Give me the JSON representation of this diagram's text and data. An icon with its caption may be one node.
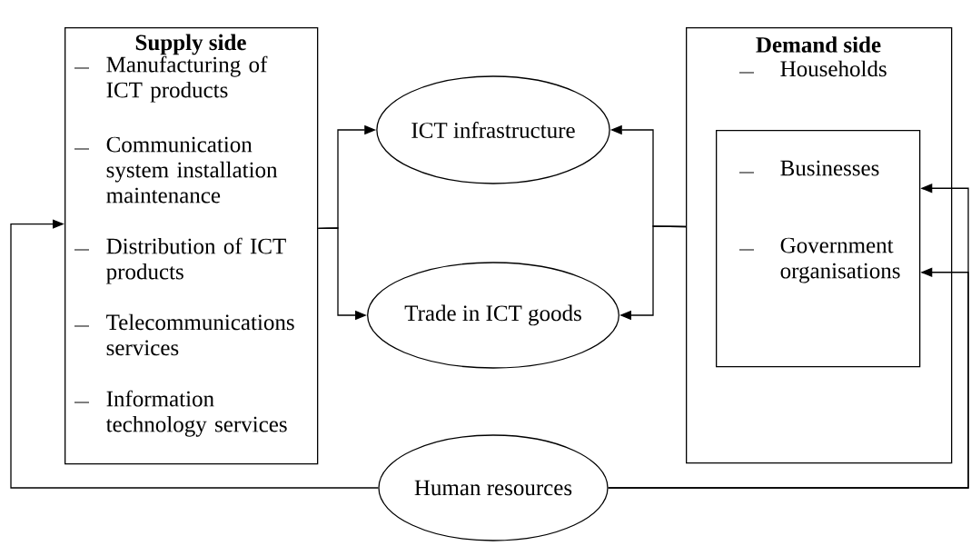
{
  "diagram": {
    "nodes": [
      {
        "text": [
          "Supply side",
          "Manufacturing of ICT products",
          "Communication system installation maintenance",
          "Distribution of ICT products",
          "Telecommunications services",
          "Information technology services"
        ]
      },
      {
        "text": [
          "Demand side",
          "Households"
        ]
      },
      {
        "text": [
          "Businesses",
          "Government organisations"
        ],
        "in": 1
      },
      {
        "text": [
          "ICT infrastructure"
        ]
      },
      {
        "text": [
          "Trade in ICT goods"
        ]
      },
      {
        "text": [
          "Human resources"
        ]
      }
    ],
    "edges": [
      {
        "from": 0,
        "to": 3,
        "arrow": "to"
      },
      {
        "from": 0,
        "to": 4,
        "arrow": "to"
      },
      {
        "from": 1,
        "to": 3,
        "arrow": "to"
      },
      {
        "from": 1,
        "to": 4,
        "arrow": "to"
      },
      {
        "from": 5,
        "to": 0,
        "arrow": "to"
      },
      {
        "from": 5,
        "to": 2,
        "arrow": "to"
      },
      {
        "from": 5,
        "to": 2,
        "arrow": "to"
      }
    ]
  }
}
